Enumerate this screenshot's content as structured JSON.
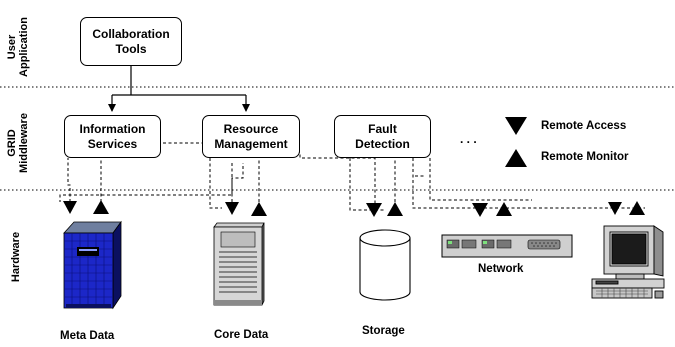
{
  "tiers": {
    "user_application": "User\nApplication",
    "grid_middleware": "GRID\nMiddleware",
    "hardware": "Hardware"
  },
  "nodes": {
    "collaboration_tools": "Collaboration\nTools",
    "information_services": "Information\nServices",
    "resource_management": "Resource\nManagement",
    "fault_detection": "Fault\nDetection",
    "ellipsis": ". . ."
  },
  "legend": {
    "remote_access": "Remote Access",
    "remote_monitor": "Remote Monitor"
  },
  "resources": {
    "meta_data": "Meta Data",
    "core_data": "Core Data",
    "storage": "Storage",
    "network": "Network"
  }
}
